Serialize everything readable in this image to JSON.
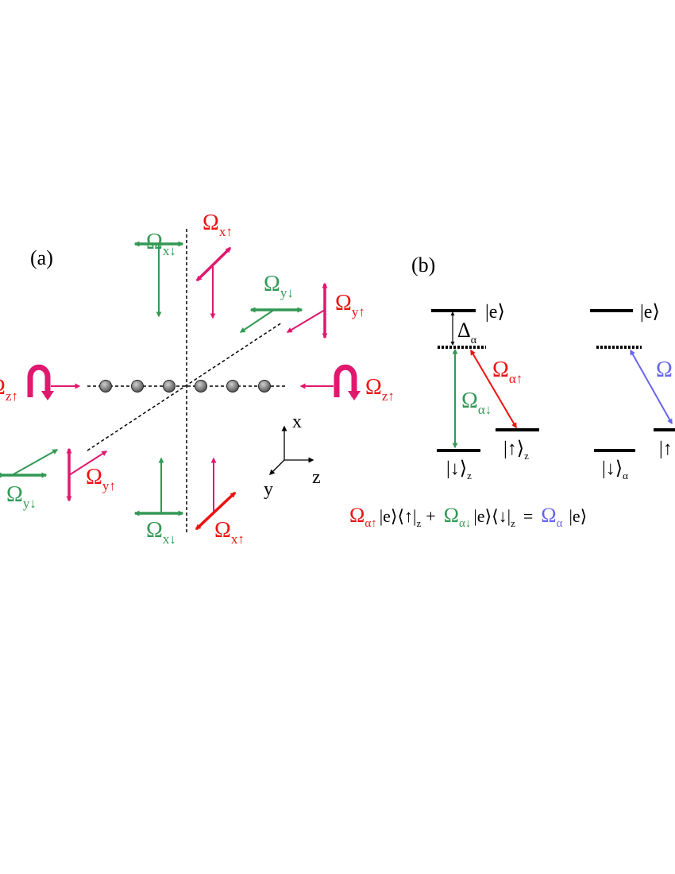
{
  "colors": {
    "red": "#ee1111",
    "green": "#339955",
    "magenta": "#e0186e",
    "blue": "#6666ee",
    "black": "#000000",
    "atom": "#777777"
  },
  "panel_a": {
    "label": "(a)",
    "axes": {
      "x": "x",
      "y": "y",
      "z": "z"
    },
    "beams": {
      "x_down_top": {
        "sym": "Ω",
        "sub": "x↓"
      },
      "x_up_top": {
        "sym": "Ω",
        "sub": "x↑"
      },
      "y_down_right": {
        "sym": "Ω",
        "sub": "y↓"
      },
      "y_up_right": {
        "sym": "Ω",
        "sub": "y↑"
      },
      "z_up_left": {
        "sym": "Ω",
        "sub": "z↑"
      },
      "z_up_right": {
        "sym": "Ω",
        "sub": "z↑"
      },
      "y_down_left": {
        "sym": "Ω",
        "sub": "y↓"
      },
      "y_up_left": {
        "sym": "Ω",
        "sub": "y↑"
      },
      "x_down_bottom": {
        "sym": "Ω",
        "sub": "x↓"
      },
      "x_up_bottom": {
        "sym": "Ω",
        "sub": "x↑"
      }
    }
  },
  "panel_b": {
    "label": "(b)",
    "left": {
      "e_state": "|e⟩",
      "detuning": {
        "sym": "Δ",
        "sub": "α"
      },
      "omega_up": {
        "sym": "Ω",
        "sub": "α↑"
      },
      "omega_down": {
        "sym": "Ω",
        "sub": "α↓"
      },
      "up_state": {
        "main": "|↑⟩",
        "sub": "z"
      },
      "down_state": {
        "main": "|↓⟩",
        "sub": "z"
      }
    },
    "right": {
      "e_state": "|e⟩",
      "omega": "Ω",
      "up_state": "|↑",
      "down_state": {
        "main": "|↓⟩",
        "sub": "α"
      }
    },
    "equation": {
      "t1_sym": "Ω",
      "t1_sub": "α↑",
      "t1_rest": "|e⟩⟨↑|",
      "t1_sub2": "z",
      "plus": "+",
      "t2_sym": "Ω",
      "t2_sub": "α↓",
      "t2_rest": "|e⟩⟨↓|",
      "t2_sub2": "z",
      "equals": "=",
      "t3_sym": "Ω",
      "t3_sub": "α",
      "t3_rest": "|e⟩"
    }
  }
}
